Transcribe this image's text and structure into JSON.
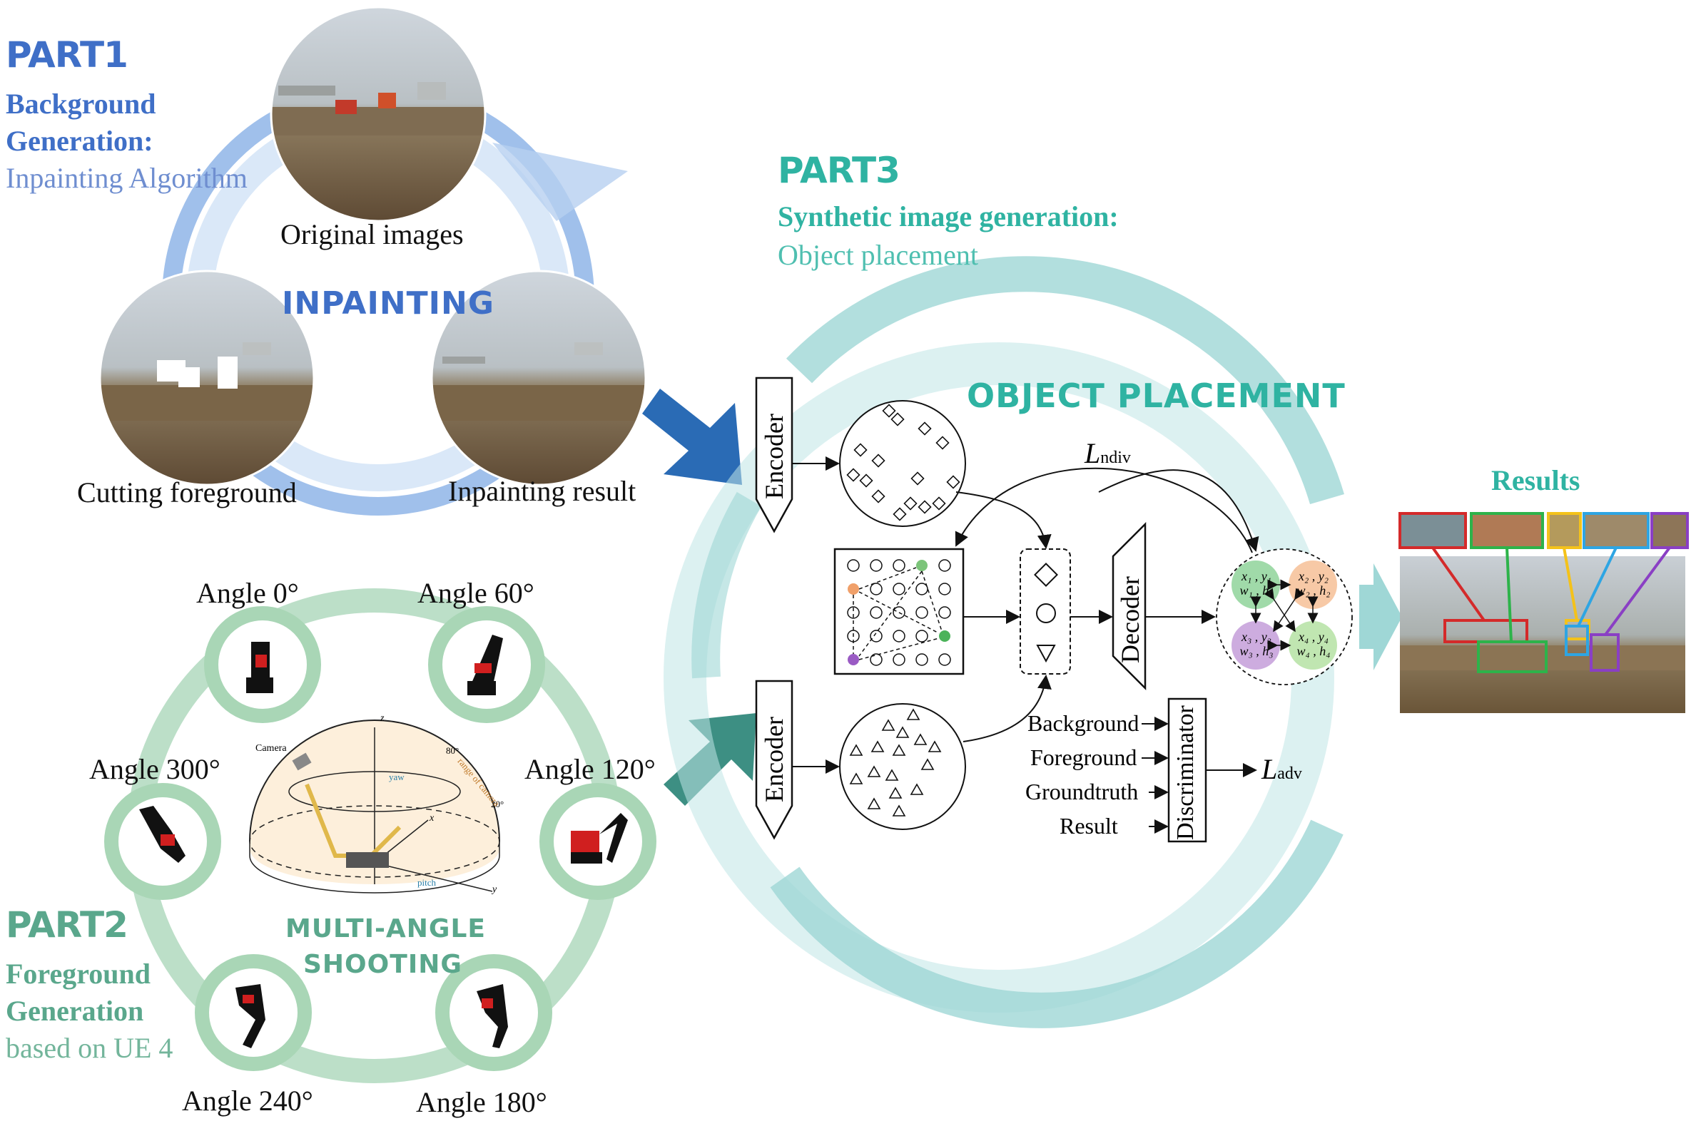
{
  "part1": {
    "title": "PART1",
    "subtitle_line1": "Background",
    "subtitle_line2": "Generation:",
    "method": "Inpainting Algorithm",
    "cycle_label": "INPAINTING",
    "original_caption": "Original images",
    "cutting_caption": "Cutting foreground",
    "inpainting_caption": "Inpainting result"
  },
  "part2": {
    "title": "PART2",
    "subtitle_line1": "Foreground",
    "subtitle_line2": "Generation",
    "method": "based on UE 4",
    "cycle_label_line1": "MULTI-ANGLE",
    "cycle_label_line2": "SHOOTING",
    "angles": [
      "Angle 0°",
      "Angle 60°",
      "Angle 120°",
      "Angle 180°",
      "Angle 240°",
      "Angle 300°"
    ],
    "diagram_labels": {
      "camera": "Camera",
      "z": "z",
      "y": "y",
      "x": "x",
      "yaw": "yaw",
      "pitch": "pitch",
      "deg80": "80°",
      "deg20": "20°",
      "range": "range of camera"
    }
  },
  "part3": {
    "title": "PART3",
    "subtitle": "Synthetic image generation:",
    "method": "Object placement",
    "cycle_label": "OBJECT PLACEMENT",
    "encoder_top": "Encoder",
    "encoder_bottom": "Encoder",
    "decoder": "Decoder",
    "discriminator": "Discriminator",
    "loss_div_main": "L",
    "loss_div_sub": "ndiv",
    "loss_adv_main": "L",
    "loss_adv_sub": "adv",
    "disc_inputs": [
      "Background",
      "Foreground",
      "Groundtruth",
      "Result"
    ],
    "boxes": [
      {
        "line1": "x₁ , y₁",
        "line2": "w₁ , h₁"
      },
      {
        "line1": "x₂ , y₂",
        "line2": "w₂ , h₂"
      },
      {
        "line1": "x₃ , y₃",
        "line2": "w₃ , h₃"
      },
      {
        "line1": "x₄ , y₄",
        "line2": "w₄ , h₄"
      }
    ]
  },
  "results": {
    "title": "Results"
  },
  "colors": {
    "part1": "#3f6fc7",
    "part2": "#5aa78c",
    "part3": "#2fb3a2",
    "ring_blue": "#8fb5e8",
    "ring_green": "#b5dcc2",
    "ring_teal": "#9fd7d6"
  }
}
